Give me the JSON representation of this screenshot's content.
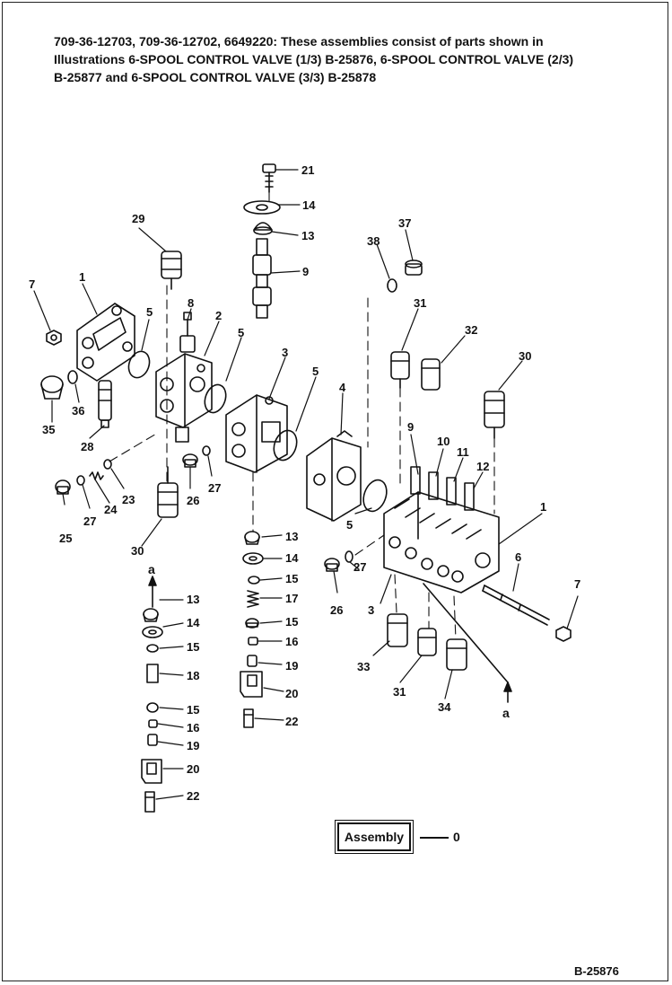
{
  "header": {
    "lines": [
      "709-36-12703, 709-36-12702, 6649220: These assemblies consist of parts shown in",
      "Illustrations 6-SPOOL CONTROL VALVE (1/3) B-25876, 6-SPOOL CONTROL VALVE (2/3)",
      "B-25877 and 6-SPOOL CONTROL VALVE (3/3) B-25878"
    ]
  },
  "callouts": {
    "c21": "21",
    "c14": "14",
    "c13": "13",
    "c9": "9",
    "c29": "29",
    "c7": "7",
    "c1": "1",
    "c8": "8",
    "c5a": "5",
    "c2": "2",
    "c5b": "5",
    "c3": "3",
    "c5c": "5",
    "c35": "35",
    "c36": "36",
    "c28": "28",
    "c37": "37",
    "c38": "38",
    "c31a": "31",
    "c32": "32",
    "c30a": "30",
    "c4": "4",
    "c26a": "26",
    "c27a": "27",
    "c25": "25",
    "c27b": "27",
    "c24": "24",
    "c23": "23",
    "c30b": "30",
    "c9b": "9",
    "c10": "10",
    "c11": "11",
    "c12": "12",
    "c1b": "1",
    "c5d": "5",
    "c27c": "27",
    "c26b": "26",
    "c3b": "3",
    "c6": "6",
    "c7b": "7",
    "c33": "33",
    "c31b": "31",
    "c34": "34",
    "ca_right": "a",
    "cs13": "13",
    "cs14": "14",
    "cs15a": "15",
    "cs17": "17",
    "cs15b": "15",
    "cs16": "16",
    "cs19": "19",
    "cs20": "20",
    "cs22": "22",
    "ca_left": "a",
    "cl13": "13",
    "cl14": "14",
    "cl15a": "15",
    "cl18": "18",
    "cl15b": "15",
    "cl16": "16",
    "cl19": "19",
    "cl20": "20",
    "cl22": "22"
  },
  "assembly": {
    "label": "Assembly",
    "number": "0"
  },
  "footer": {
    "figure_id": "B-25876"
  }
}
